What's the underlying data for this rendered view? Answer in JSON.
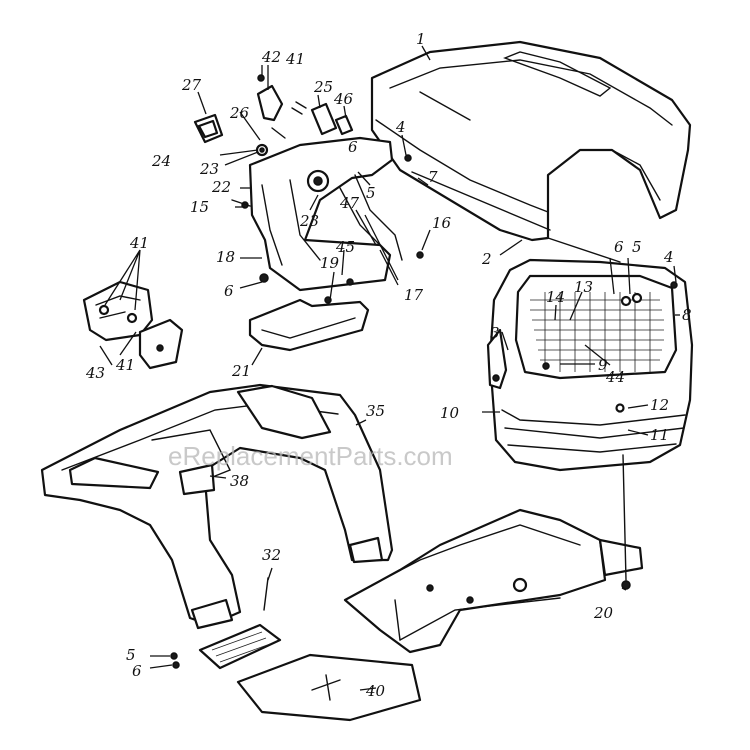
{
  "watermark": "eReplacementParts.com",
  "callouts": [
    {
      "id": "c1",
      "text": "1"
    },
    {
      "id": "c2",
      "text": "2"
    },
    {
      "id": "c3",
      "text": "3"
    },
    {
      "id": "c4a",
      "text": "4"
    },
    {
      "id": "c4b",
      "text": "4"
    },
    {
      "id": "c5a",
      "text": "5"
    },
    {
      "id": "c5b",
      "text": "5"
    },
    {
      "id": "c5c",
      "text": "5"
    },
    {
      "id": "c6a",
      "text": "6"
    },
    {
      "id": "c6b",
      "text": "6"
    },
    {
      "id": "c6c",
      "text": "6"
    },
    {
      "id": "c6d",
      "text": "6"
    },
    {
      "id": "c7",
      "text": "7"
    },
    {
      "id": "c8",
      "text": "8"
    },
    {
      "id": "c9",
      "text": "9"
    },
    {
      "id": "c10",
      "text": "10"
    },
    {
      "id": "c11",
      "text": "11"
    },
    {
      "id": "c12",
      "text": "12"
    },
    {
      "id": "c13",
      "text": "13"
    },
    {
      "id": "c14",
      "text": "14"
    },
    {
      "id": "c15",
      "text": "15"
    },
    {
      "id": "c16",
      "text": "16"
    },
    {
      "id": "c17",
      "text": "17"
    },
    {
      "id": "c18",
      "text": "18"
    },
    {
      "id": "c19",
      "text": "19"
    },
    {
      "id": "c20",
      "text": "20"
    },
    {
      "id": "c21",
      "text": "21"
    },
    {
      "id": "c22",
      "text": "22"
    },
    {
      "id": "c23a",
      "text": "23"
    },
    {
      "id": "c23b",
      "text": "23"
    },
    {
      "id": "c24",
      "text": "24"
    },
    {
      "id": "c25",
      "text": "25"
    },
    {
      "id": "c26",
      "text": "26"
    },
    {
      "id": "c27",
      "text": "27"
    },
    {
      "id": "c32",
      "text": "32"
    },
    {
      "id": "c35",
      "text": "35"
    },
    {
      "id": "c38",
      "text": "38"
    },
    {
      "id": "c40",
      "text": "40"
    },
    {
      "id": "c41a",
      "text": "41"
    },
    {
      "id": "c41b",
      "text": "41"
    },
    {
      "id": "c41c",
      "text": "41"
    },
    {
      "id": "c42",
      "text": "42"
    },
    {
      "id": "c43",
      "text": "43"
    },
    {
      "id": "c44",
      "text": "44"
    },
    {
      "id": "c45",
      "text": "45"
    },
    {
      "id": "c46",
      "text": "46"
    },
    {
      "id": "c47",
      "text": "47"
    }
  ]
}
